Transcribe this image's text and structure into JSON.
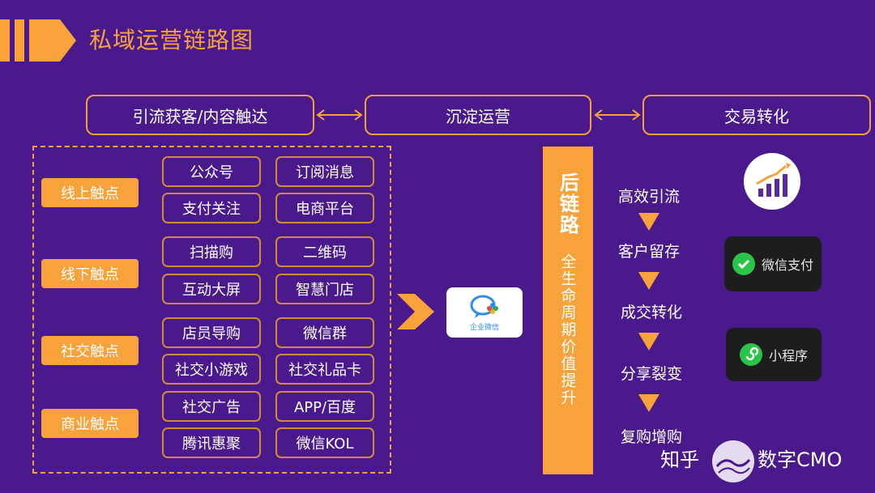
{
  "title": "私域运营链路图",
  "stages": [
    "引流获客/内容触达",
    "沉淀运营",
    "交易转化"
  ],
  "categories": [
    {
      "label": "线上触点",
      "items": [
        "公众号",
        "订阅消息",
        "支付关注",
        "电商平台"
      ]
    },
    {
      "label": "线下触点",
      "items": [
        "扫描购",
        "二维码",
        "互动大屏",
        "智慧门店"
      ]
    },
    {
      "label": "社交触点",
      "items": [
        "店员导购",
        "微信群",
        "社交小游戏",
        "社交礼品卡"
      ]
    },
    {
      "label": "商业触点",
      "items": [
        "社交广告",
        "APP/百度",
        "腾讯惠聚",
        "微信KOL"
      ]
    }
  ],
  "wecom_label": "企业微信",
  "lifecycle": {
    "head": "后链路",
    "body": "全生命周期价值提升"
  },
  "funnel_steps": [
    "高效引流",
    "客户留存",
    "成交转化",
    "分享裂变",
    "复购增购"
  ],
  "pay_cards": [
    {
      "label": "微信支付",
      "icon": "wechat-pay-icon"
    },
    {
      "label": "小程序",
      "icon": "mini-program-icon"
    }
  ],
  "watermark": {
    "zhihu": "知乎",
    "author": "数字CMO"
  },
  "colors": {
    "background": "#4a1a8c",
    "accent": "#f7a23b"
  }
}
